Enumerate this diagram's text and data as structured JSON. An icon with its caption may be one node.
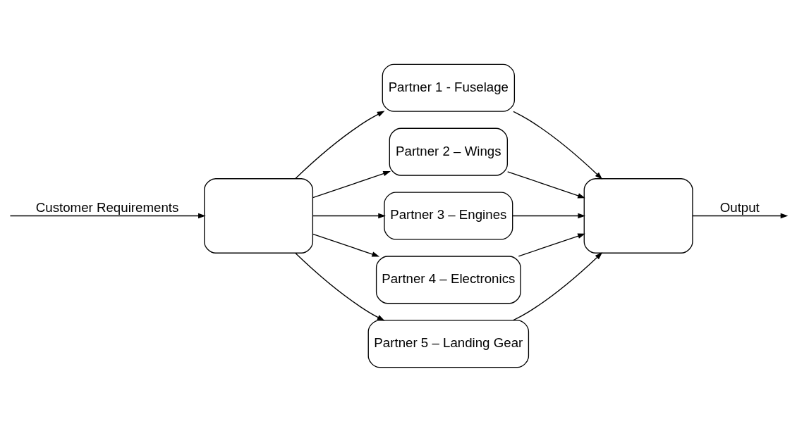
{
  "diagram": {
    "nodes": [
      {
        "text": [],
        "shape": "box"
      },
      {
        "text": [
          "Partner 1 - Fuselage"
        ]
      },
      {
        "text": [
          "Partner 2 – Wings"
        ]
      },
      {
        "text": [
          "Partner 3 – Engines"
        ]
      },
      {
        "text": [
          "Partner 4 – Electronics"
        ]
      },
      {
        "text": [
          "Partner 5 – Landing Gear"
        ]
      },
      {
        "text": [],
        "shape": "box"
      }
    ],
    "edges": [
      {
        "from": null,
        "to": 0,
        "arrow": "to",
        "label": "Customer Requirements"
      },
      {
        "from": 0,
        "to": 1,
        "arrow": "to"
      },
      {
        "from": 0,
        "to": 2,
        "arrow": "to"
      },
      {
        "from": 0,
        "to": 3,
        "arrow": "to"
      },
      {
        "from": 0,
        "to": 4,
        "arrow": "to"
      },
      {
        "from": 0,
        "to": 5,
        "arrow": "to"
      },
      {
        "from": 1,
        "to": 6,
        "arrow": "to"
      },
      {
        "from": 2,
        "to": 6,
        "arrow": "to"
      },
      {
        "from": 3,
        "to": 6,
        "arrow": "to"
      },
      {
        "from": 4,
        "to": 6,
        "arrow": "to"
      },
      {
        "from": 5,
        "to": 6,
        "arrow": "to"
      },
      {
        "from": 6,
        "to": null,
        "arrow": "to",
        "label": "Output"
      }
    ]
  }
}
